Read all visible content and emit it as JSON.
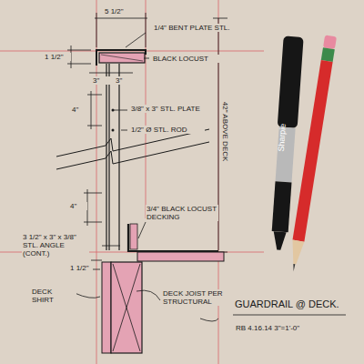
{
  "diagram": {
    "title": "GUARDRAIL @ DECK.",
    "labels": [
      "5 1/2\"",
      "1/4\" BENT PLATE STL.",
      "1 1/2\"",
      "BLACK LOCUST",
      "3\"",
      "3\"",
      "4\"",
      "3/8\" x 3\" STL. PLATE",
      "1/2\" Ø STL. ROD",
      "42\" ABOVE DECK",
      "4\"",
      "3/4\" BLACK LOCUST DECKING",
      "3 1/2\" x 3\" x 3/8\" STL. ANGLE (CONT.)",
      "1 1/2\"",
      "DECK SHIRT",
      "DECK JOIST PER STRUCTURAL",
      "RB 4.16.14 3\"=1'-0\"",
      "Sharpie"
    ]
  }
}
